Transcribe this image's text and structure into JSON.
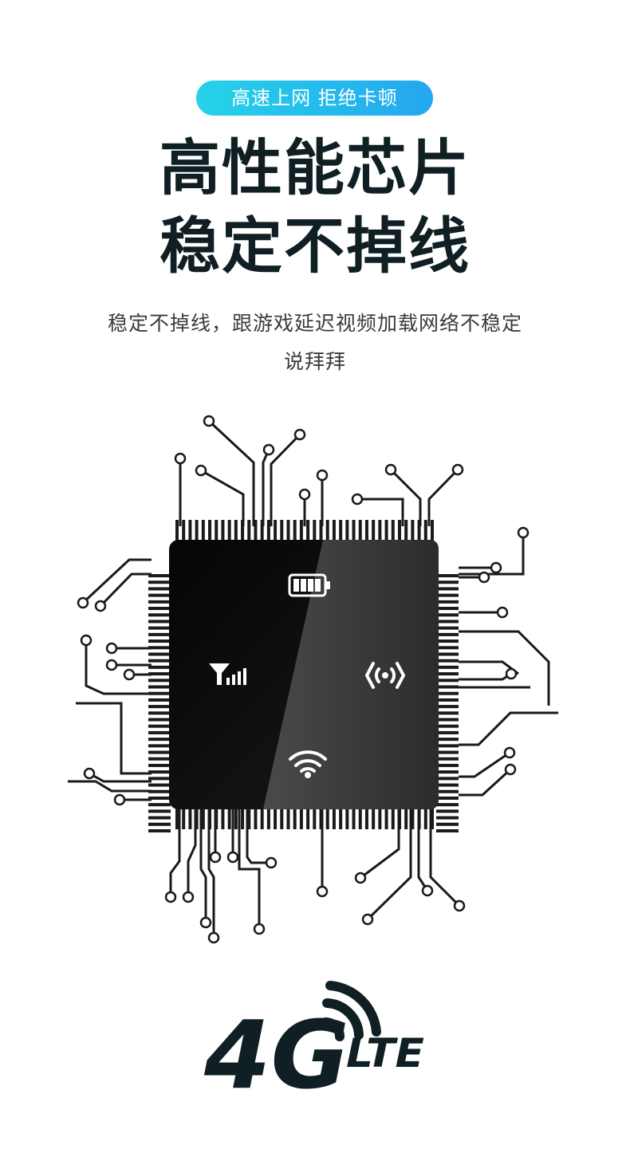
{
  "tag": "高速上网 拒绝卡顿",
  "headline": {
    "line1": "高性能芯片",
    "line2": "稳定不掉线"
  },
  "description": {
    "line1": "稳定不掉线，跟游戏延迟视频加载网络不稳定",
    "line2": "说拜拜"
  },
  "chip": {
    "icons": [
      "battery-icon",
      "signal-bars-icon",
      "broadcast-icon",
      "wifi-icon"
    ]
  },
  "logo": {
    "brand": "4G",
    "suffix": "LTE"
  },
  "colors": {
    "accent_start": "#25d3e8",
    "accent_end": "#24a6f0",
    "ink": "#0f1f23"
  }
}
